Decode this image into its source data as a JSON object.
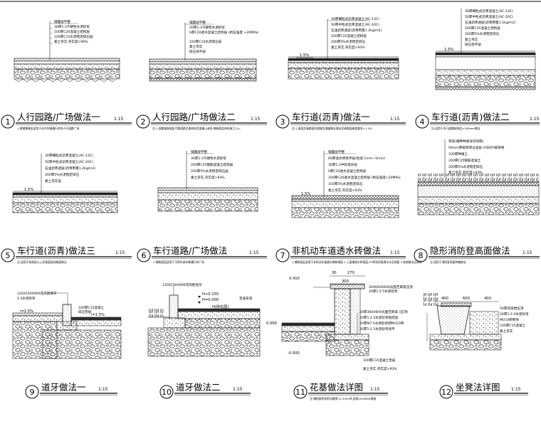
{
  "details": [
    {
      "number": "1",
      "title": "人行园路/广场做法一",
      "scale": "1:15",
      "note": "1.镶铺铺装层适用于允许车辆通行时的人行园路广场",
      "callouts": [
        "铺面层平整",
        "30厚1:3干硬性水泥砂浆",
        "100厚C20混凝土结构层",
        "100厚C15水泥稳定碎石层",
        "素土夯实,夯实度>90%"
      ]
    },
    {
      "number": "2",
      "title": "人行园路/广场做法二",
      "scale": "1:15",
      "note": "注:1.园路铺装面层平整园路主要材料用混凝土或灰,铺装面层材料施工1%。",
      "callouts": [
        "铺面层平整",
        "20厚1:3干硬性水泥砂浆",
        "h厚C20透水混凝土结构层 (抗压强度 >20MPa)",
        "150厚C15水泥碎石层",
        "素土夯实",
        "碎石找平层"
      ]
    },
    {
      "number": "3",
      "title": "车行道(沥青)做法一",
      "scale": "1:15",
      "note": "注:1.面层沥青路面应根据交通量情况满足沥青路面厚度要求>1.5%",
      "callouts": [
        "30厚细粒式沥青混凝土(AC-13C)",
        "50厚中粒式沥青混凝土(AC-20C)",
        "石油沥青透层(沥青用量1.2kg/m2)",
        "200厚C25混凝土结构层",
        "200厚5%水泥稳定碎石",
        "素土夯实,夯实度>93%"
      ],
      "slope": "1.5%"
    },
    {
      "number": "4",
      "title": "车行道(沥青)做法二",
      "scale": "1:15",
      "note": "注:适用于车行道路结构层<200mm做法",
      "callouts": [
        "30厚细粒式沥青混凝土(AC-13C)",
        "50厚中粒式沥青混凝土(AC-20C)",
        "石油沥青透层(沥青用量1.2kg/m2)",
        "200厚C25混凝土结构层",
        "200厚5%水泥稳定碎石",
        "素土夯实",
        "碎石找平层"
      ],
      "slope": "1.5%"
    },
    {
      "number": "5",
      "title": "车行道(沥青)做法三",
      "scale": "1:15",
      "note": "注:适用于结构层以上沥青面层的路面做法",
      "callouts": [
        "30厚细粒式沥青混凝土(AC-13C)",
        "50厚中粒式沥青混凝土(AC-20C)",
        "石油沥青透层(沥青用量1.2kg/m2)",
        "200厚5%水泥稳定碎石",
        "素土夯实层"
      ],
      "slope": "1.5%"
    },
    {
      "number": "6",
      "title": "车行道路/广场做法",
      "scale": "1:15",
      "note": "1.铺装面层适用于可停车或车辆通行的广场",
      "callouts": [
        "铺面层平整",
        "30厚1:3干硬性水泥砂浆",
        "200厚C25钢筋混凝土结构层",
        "200厚5%水泥稳定碎石层",
        "素土夯实,夯实度>93%"
      ]
    },
    {
      "number": "7",
      "title": "非机动车道透水砖做法",
      "scale": "1:15",
      "note": "1.铺装面层适用于非机动车道透水铺装地面 2.上面铺透水砖面层,PC砖采用高透水水泥地面 3.其他做法见说明",
      "callouts": [
        "铺面层平整",
        "60厚透水砖找平层(粒径:1mm~5mm)",
        "30厚1:3中砂透水层",
        "h厚C20透水混凝土结构层",
        "100厚C20透水混凝土结构层 (抗压强度>20MPa)",
        "150厚5%水泥稳定碎石",
        "素土夯实,夯实度>93%"
      ],
      "slope": "1.5%"
    },
    {
      "number": "8",
      "title": "隐形消防登高面做法",
      "scale": "1:15",
      "note": "注:适用于消防登高面种植做法",
      "callouts": [
        "草皮(播种种类详见绿施)",
        "50mm厚植草砖过滤层 (HDEP)植草格",
        "100厚种植土",
        "200厚C25钢筋混凝土",
        "200厚5%水泥稳定碎石",
        "素土夯实,夯实度>93%"
      ]
    },
    {
      "number": "9",
      "title": "道牙做法一",
      "scale": "1:15",
      "callouts": [
        "120X250X900花岗岩道牙",
        "1:3水泥砂浆",
        "100厚C15混凝土",
        "碎石垫层"
      ],
      "slopes": [
        "i=1.5%",
        "i=1.5%"
      ]
    },
    {
      "number": "10",
      "title": "道牙做法二",
      "scale": "1:15",
      "callouts": [
        "120X250X900花岗岩道牙",
        "H+0.150",
        "H=0.000",
        "H(碎石层)",
        "普通车道"
      ]
    },
    {
      "number": "11",
      "title": "花基做法详图",
      "scale": "1:15",
      "note": "注:铺贴面砖采用勾缝宽<1.5mm时,选用100X600规格",
      "callouts": [
        "20X600X600光面芝麻黑压顶",
        "20厚1:2.5水泥砂浆",
        "20厚300X600光面芝麻黑 (压顶)",
        "20厚1:2.5水泥砂浆粘结层",
        "20厚M7.5水泥砂浆砌MU10砖",
        "20厚1:2.5水泥砂浆找平",
        "100厚C15混凝土垫层",
        "素土夯实,夯实度>93%"
      ],
      "dims": [
        "0.410",
        "0.000",
        "-0.500",
        "30",
        "270",
        "300"
      ]
    },
    {
      "number": "12",
      "title": "坐凳法详图",
      "scale": "1:15",
      "callouts": [
        "50厚花岗岩压顶",
        "20厚1:2.5水泥砂浆",
        "MU10砖砌体",
        "100厚C15混凝土",
        "素土夯实"
      ],
      "dims": [
        "400",
        "600",
        "400"
      ]
    }
  ]
}
